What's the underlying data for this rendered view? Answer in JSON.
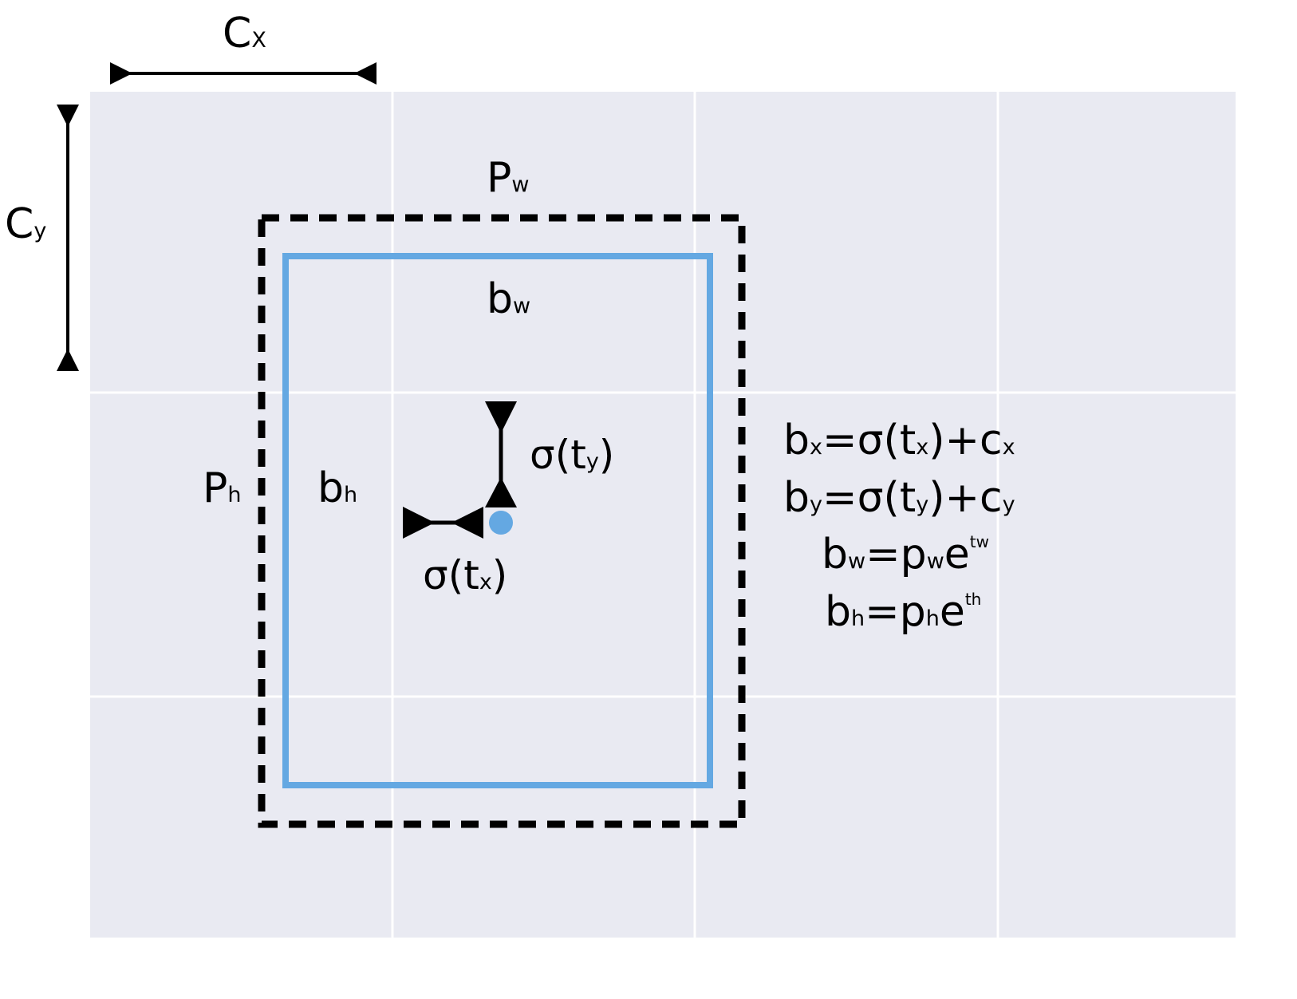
{
  "colors": {
    "grid_background": "#e9eaf2",
    "grid_lines": "#ffffff",
    "prior_box": "#000000",
    "predicted_box": "#64a8e2",
    "center_point": "#64a8e2",
    "arrows": "#000000"
  },
  "labels": {
    "cx": {
      "base": "C",
      "sub": "X"
    },
    "cy": {
      "base": "C",
      "sub": "y"
    },
    "pw": {
      "base": "P",
      "sub": "w"
    },
    "ph": {
      "base": "P",
      "sub": "h"
    },
    "bw": {
      "base": "b",
      "sub": "w"
    },
    "bh": {
      "base": "b",
      "sub": "h"
    },
    "sigma_ty": {
      "pre": "σ(t",
      "sub": "y",
      "post": ")"
    },
    "sigma_tx": {
      "pre": "σ(t",
      "sub": "x",
      "post": ")"
    }
  },
  "equations": [
    {
      "text": "b",
      "sub": "x",
      "rest": "=σ(t",
      "sub2": "x",
      "rest2": ")+c",
      "sub3": "x"
    },
    {
      "text": "b",
      "sub": "y",
      "rest": "=σ(t",
      "sub2": "y",
      "rest2": ")+c",
      "sub3": "y"
    },
    {
      "text": "b",
      "sub": "w",
      "rest": "=p",
      "sub2": "w",
      "rest2": "e",
      "sup": "tw"
    },
    {
      "text": "b",
      "sub": "h",
      "rest": "=p",
      "sub2": "h",
      "rest2": "e",
      "sup": "th"
    }
  ]
}
